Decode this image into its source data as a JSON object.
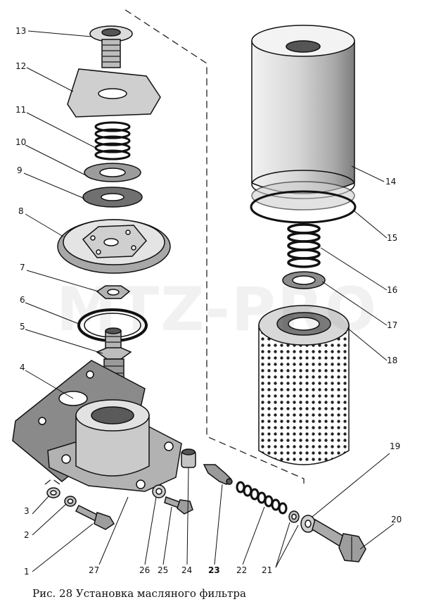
{
  "caption": "Рис. 28  Установка масляного фильтра",
  "watermark": "MTZ-PRO",
  "callouts": [
    "1",
    "2",
    "3",
    "4",
    "5",
    "6",
    "7",
    "8",
    "9",
    "10",
    "11",
    "12",
    "13",
    "14",
    "15",
    "16",
    "17",
    "18",
    "19",
    "20",
    "21",
    "22",
    "23",
    "24",
    "25",
    "26",
    "27"
  ]
}
